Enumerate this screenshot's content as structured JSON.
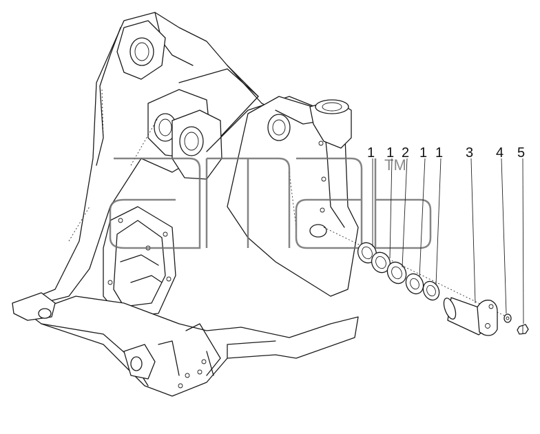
{
  "callouts": [
    {
      "id": "c1",
      "label": "1"
    },
    {
      "id": "c2",
      "label": "1"
    },
    {
      "id": "c3",
      "label": "2"
    },
    {
      "id": "c4",
      "label": "1"
    },
    {
      "id": "c5",
      "label": "1"
    },
    {
      "id": "c6",
      "label": "3"
    },
    {
      "id": "c7",
      "label": "4"
    },
    {
      "id": "c8",
      "label": "5"
    }
  ],
  "watermark": {
    "text": "amab",
    "trademark": "TM"
  }
}
